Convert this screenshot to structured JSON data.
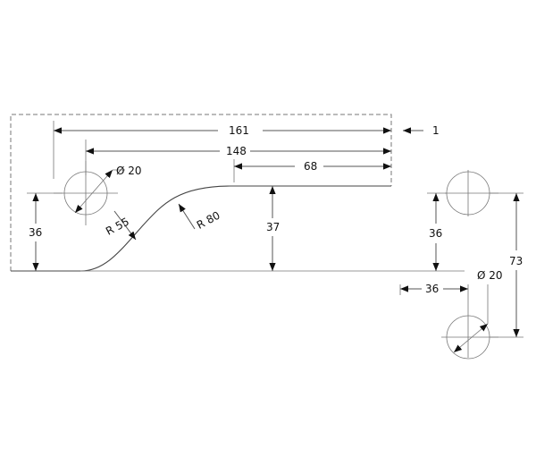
{
  "dimensions": {
    "width_161": "161",
    "width_148": "148",
    "width_68": "68",
    "offset_1": "1",
    "hole_dia_top": "Ø 20",
    "hole_dia_bottom": "Ø 20",
    "radius_55": "R 55",
    "radius_80": "R 80",
    "height_36_left": "36",
    "height_37": "37",
    "height_36_right": "36",
    "height_73": "73",
    "offset_36_bottom": "36"
  }
}
